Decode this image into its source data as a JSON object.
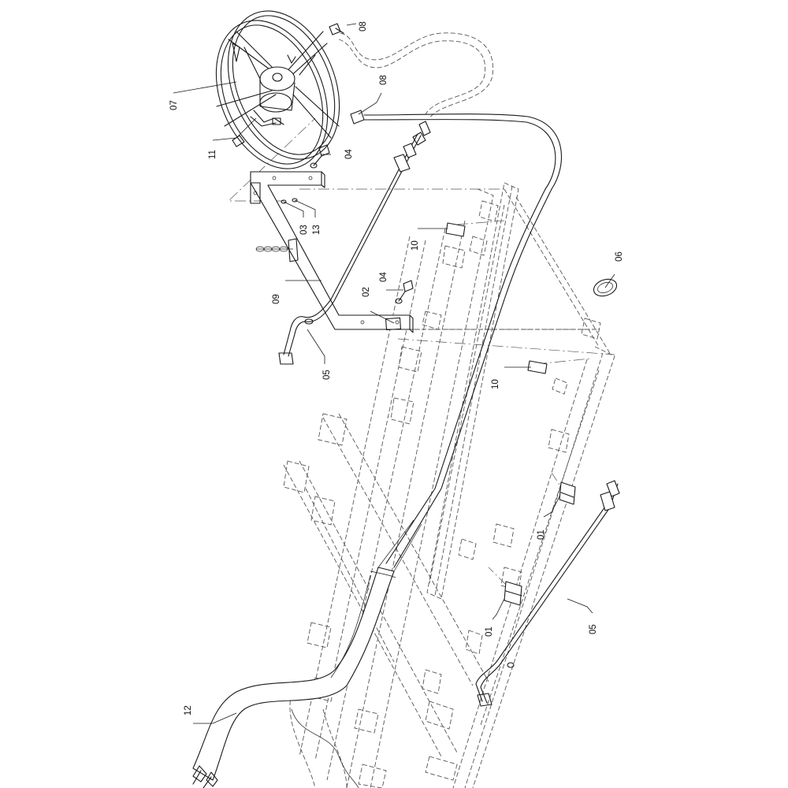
{
  "callouts": [
    {
      "id": "callout-08-top",
      "text": "08"
    },
    {
      "id": "callout-08",
      "text": "08"
    },
    {
      "id": "callout-07",
      "text": "07"
    },
    {
      "id": "callout-11",
      "text": "11"
    },
    {
      "id": "callout-04-top",
      "text": "04"
    },
    {
      "id": "callout-03",
      "text": "03"
    },
    {
      "id": "callout-13",
      "text": "13"
    },
    {
      "id": "callout-10-top",
      "text": "10"
    },
    {
      "id": "callout-06",
      "text": "06"
    },
    {
      "id": "callout-04-mid",
      "text": "04"
    },
    {
      "id": "callout-02",
      "text": "02"
    },
    {
      "id": "callout-09",
      "text": "09"
    },
    {
      "id": "callout-05-left",
      "text": "05"
    },
    {
      "id": "callout-10-mid",
      "text": "10"
    },
    {
      "id": "callout-01-top",
      "text": "01"
    },
    {
      "id": "callout-01-bottom",
      "text": "01"
    },
    {
      "id": "callout-05-right",
      "text": "05"
    },
    {
      "id": "callout-12",
      "text": "12"
    }
  ]
}
